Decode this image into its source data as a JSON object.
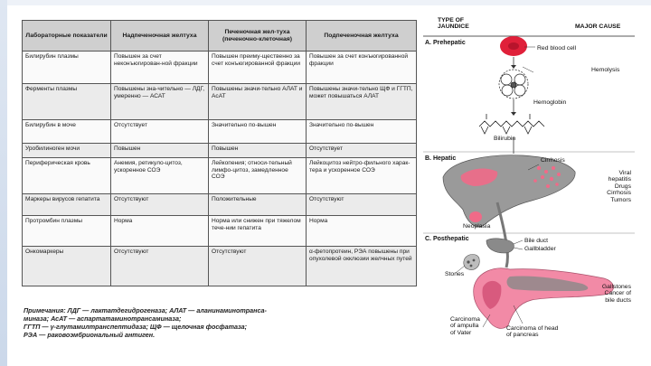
{
  "table": {
    "headers": [
      "Лабораторные показатели",
      "Надпеченочная желтуха",
      "Печеночная жел-туха (печеночно-клеточная)",
      "Подпеченочная желтуха"
    ],
    "rows": [
      [
        "Билирубин плазмы",
        "Повышен за счет неконъюгирован-ной фракции",
        "Повышен преиму-щественно за счет конъюгированной фракции",
        "Повышен за счет конъюгированной фракции"
      ],
      [
        "Ферменты плазмы",
        "Повышены зна-чительно — ЛДГ, умеренно — АСАТ",
        "Повышены значи-тельно АЛАТ и АсАТ",
        "Повышены значи-тельно ЩФ и ГГТП, может повышаться АЛАТ"
      ],
      [
        "Билирубин в моче",
        "Отсутствует",
        "Значительно по-вышен",
        "Значительно по-вышен"
      ],
      [
        "Уробилиноген мочи",
        "Повышен",
        "Повышен",
        "Отсутствует"
      ],
      [
        "Периферическая кровь",
        "Анемия, ретикуло-цитоз, ускоренное СОЭ",
        "Лейкопения; относи-тельный лимфо-цитоз, замедленное СОЭ",
        "Лейкоцитоз нейтро-фильного харак-тера и ускоренное СОЭ"
      ],
      [
        "Маркеры вирусов гепатита",
        "Отсутствуют",
        "Положительные",
        "Отсутствуют"
      ],
      [
        "Протромбин плазмы",
        "Норма",
        "Норма или снижен при тяжелом тече-нии гепатита",
        "Норма"
      ],
      [
        "Онкомаркеры",
        "Отсутствуют",
        "Отсутствуют",
        "α-фетопротеин, РЭА повышены при опухолевой окклюзии желчных путей"
      ]
    ]
  },
  "notes": [
    "Примечания: ЛДГ — лактатдегидрогеназа; АЛАТ — аланинаминотранса-",
    "миназа; АсАТ — аспартатаминотрансаминаза;",
    "ГГТП — γ-глутамилтранспептидаза; ЩФ — щелочная фосфатаза;",
    "РЭА — раковоэмбриональный антиген."
  ],
  "figure": {
    "header_left": "TYPE OF\nJAUNDICE",
    "header_right": "MAJOR CAUSE",
    "section_a": "A. Prehepatic",
    "label_rbc": "Red blood cell",
    "label_hemolysis": "Hemolysis",
    "label_hemoglobin": "Hemoglobin",
    "label_bilirubin": "Bilirubin",
    "section_b": "B. Hepatic",
    "label_cirrhosis": "Cirrhosis",
    "label_hepatic_causes": "Viral\nhepatitis\nDrugs\nCirrhosis\nTumors",
    "label_neoplasia": "Neoplasia",
    "section_c": "C. Posthepatic",
    "label_bile_duct": "Bile duct",
    "label_gallbladder": "Gallbladder",
    "label_stones": "Stones",
    "label_posthepatic_causes": "Gallstones\nCancer of\nbile ducts",
    "label_ampulla": "Carcinoma\nof ampulla\nof Vater",
    "label_pancreas": "Carcinoma of head\nof pancreas"
  },
  "colors": {
    "rbc": "#e0203a",
    "liver": "#9a9a9a",
    "cirrhosis": "#f06a88",
    "pancreas": "#f28aa6"
  }
}
